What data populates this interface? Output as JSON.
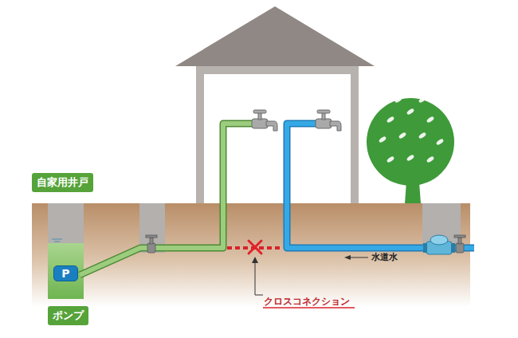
{
  "diagram": {
    "nodes": [
      {
        "text": [
          "自家用井戸"
        ]
      },
      {
        "text": [
          "P"
        ]
      },
      {
        "text": [
          "ポンプ"
        ]
      }
    ],
    "labels": [
      "クロスコネクション",
      "水道水"
    ]
  }
}
